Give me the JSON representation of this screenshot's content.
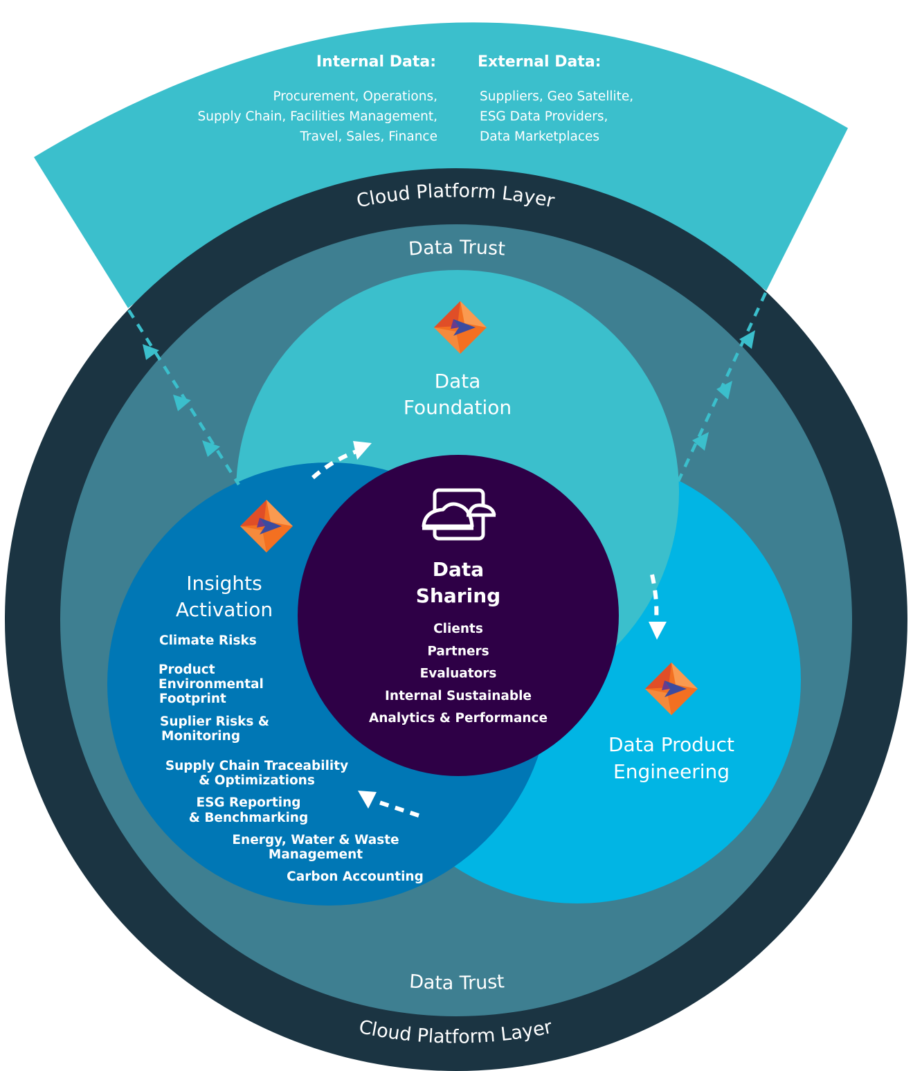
{
  "colors": {
    "background": "#ffffff",
    "top_fan": "#3bbfcc",
    "cloud_ring": "#1b3442",
    "trust_ring": "#3e7f91",
    "foundation": "#3bbfcc",
    "product_engineering": "#01b5e4",
    "insights": "#0077b5",
    "sharing": "#2e0046",
    "arrow_white": "#ffffff",
    "arrow_teal": "#3bbfcc",
    "logo_orange": "#f37021",
    "logo_red": "#e04e27",
    "logo_blue": "#3b4ba0"
  },
  "icons": {
    "logo": "orange-diamond-logo-icon",
    "sharing": "screen-with-clouds-icon"
  },
  "sources": {
    "internal": {
      "title": "Internal Data:",
      "lines": [
        "Procurement, Operations,",
        "Supply Chain, Facilities Management,",
        "Travel, Sales, Finance"
      ]
    },
    "external": {
      "title": "External Data:",
      "lines": [
        "Suppliers, Geo Satellite,",
        "ESG Data Providers,",
        "Data Marketplaces"
      ]
    }
  },
  "rings": {
    "cloud_top": "Cloud Platform Layer",
    "cloud_bottom": "Cloud Platform Layer",
    "trust_top": "Data Trust",
    "trust_bottom": "Data Trust"
  },
  "foundation": {
    "title_lines": [
      "Data",
      "Foundation"
    ]
  },
  "product": {
    "title_lines": [
      "Data Product",
      "Engineering"
    ]
  },
  "insights": {
    "title_lines": [
      "Insights",
      "Activation"
    ],
    "items": [
      [
        "Climate Risks"
      ],
      [
        "Product",
        "Environmental",
        "Footprint"
      ],
      [
        "Suplier Risks &",
        "Monitoring"
      ],
      [
        "Supply Chain Traceability",
        "& Optimizations"
      ],
      [
        "ESG Reporting",
        "& Benchmarking"
      ],
      [
        "Energy, Water & Waste",
        "Management"
      ],
      [
        "Carbon Accounting"
      ]
    ]
  },
  "sharing": {
    "title_lines": [
      "Data",
      "Sharing"
    ],
    "items": [
      "Clients",
      "Partners",
      "Evaluators",
      "Internal Sustainable",
      "Analytics & Performance"
    ]
  }
}
